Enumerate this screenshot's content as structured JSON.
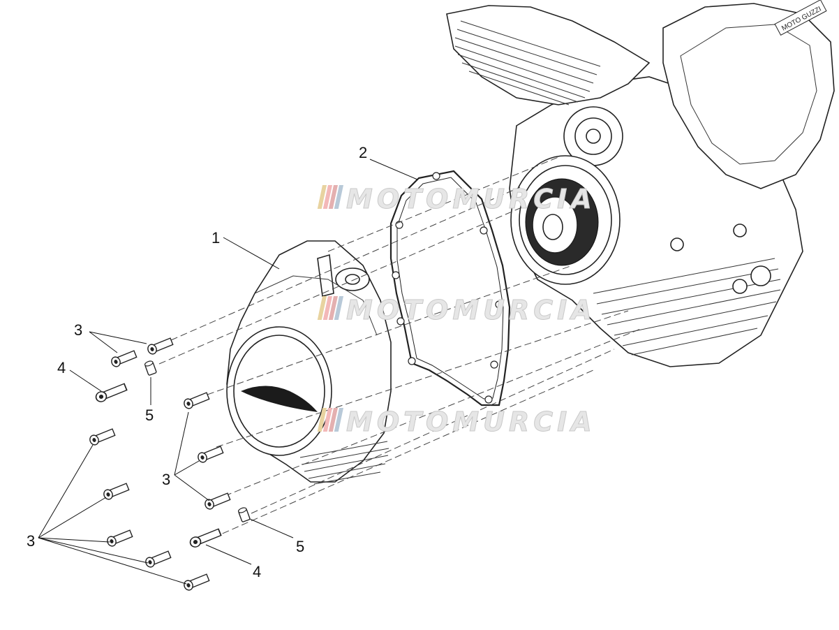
{
  "watermark": {
    "text": "MOTOMURCIA",
    "stripe_colors": [
      "#e8d3a0",
      "#f3b8b8",
      "#e4b0b0",
      "#b8c9d8"
    ]
  },
  "engine_badge": "MOTO GUZZI",
  "callouts": {
    "c1": "1",
    "c2": "2",
    "c3a": "3",
    "c3b": "3",
    "c3c": "3",
    "c4a": "4",
    "c4b": "4",
    "c5a": "5",
    "c5b": "5"
  }
}
